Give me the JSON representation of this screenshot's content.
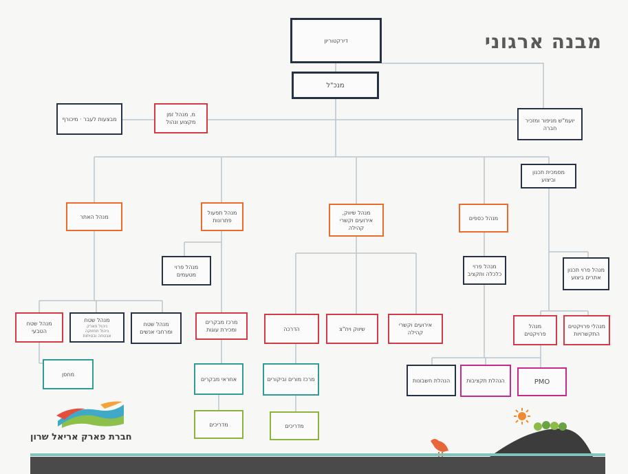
{
  "page": {
    "title": "מבנה ארגוני"
  },
  "org": {
    "board": "דירקטוריון",
    "ceo": "מנכ\"ל",
    "deputy_ceo": "מ. מנהל זמן מקצוע ונהול",
    "hr": "מבצעות לעבר · מיכורף",
    "legal": "יועמ\"ש מניפור ומזכיר חברה",
    "sales": "מסמכית תכנון וביצוע",
    "manager_1": "מנהל האתר",
    "manager_2": "מנהל תפעול פתרונות",
    "manager_3": "מנהל שיווק, אירועים וקשרי קהילה",
    "manager_4": "מנהל כספים",
    "ops_deputy": "מנהל פרוי מטעמים",
    "finance_sub": "מנהל פרוי כלכלה ותקציב",
    "plan_sub": "מנהל פרוי תכנון אתרים ביצוע",
    "site_1": "מנהל שטח הטבעי",
    "site_2": {
      "title": "מנהל שטח",
      "lines": [
        "ניהול פארק",
        "ניהול תחזוקה",
        "אבטחה ובטיחות"
      ]
    },
    "site_3": "מנהל שטח ומרחבי אנשים",
    "ops_1": "מרכז מבקרים ומכירת עוגות",
    "mkt_1": "הדרכה",
    "mkt_2": "שיווק ויח\"צ",
    "mkt_3": "אירועים וקשרי קהילה",
    "proj_1": "מנהל פרויקטים",
    "proj_2": "מנהלי פרויקטים התקשרויות",
    "cleaning": "מחסן",
    "visitors_rep": "אחראי מבקרים",
    "guides_center": "מרכז מורים וביקורים",
    "finance_1": "הנהלת חשבונות",
    "finance_2": "הנהלת תקציבות",
    "pmo": "PMO",
    "volunteers": "מדריכים",
    "visitors": "מדריכים",
    "company_name": "חברת פארק אריאל שרון"
  },
  "colors": {
    "dark": "#263244",
    "orange": "#ec6a2a",
    "red": "#d33a45",
    "green": "#8bb23a",
    "teal": "#2f9c93",
    "magenta": "#c8288a",
    "blue": "#3d5fa8",
    "connector": "#b9c6cf"
  },
  "icons": [
    "park-logo-icon",
    "sun-icon",
    "bird-icon",
    "hill-trees-icon"
  ]
}
